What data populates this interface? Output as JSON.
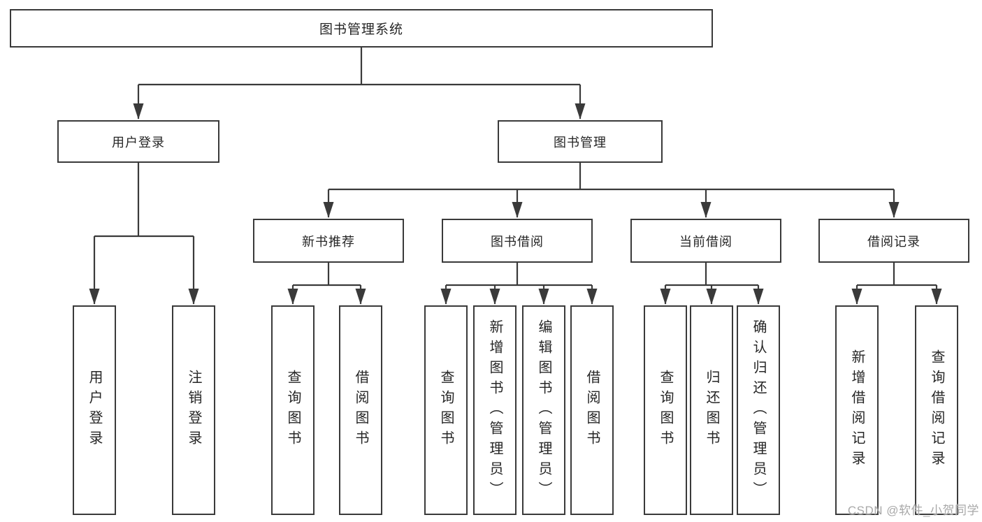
{
  "colors": {
    "line": "#3a3a3a",
    "text": "#262626",
    "boxbg": "#ffffff",
    "pagebg": "#ffffff",
    "watermark": "#a8a8a8"
  },
  "watermark": "CSDN @软件_小贺同学",
  "nodes": {
    "root": {
      "label": "图书管理系统"
    },
    "login": {
      "label": "用户登录"
    },
    "mgmt": {
      "label": "图书管理"
    },
    "newbook": {
      "label": "新书推荐"
    },
    "borrow": {
      "label": "图书借阅"
    },
    "current": {
      "label": "当前借阅"
    },
    "records": {
      "label": "借阅记录"
    },
    "leaves": {
      "login_user": {
        "label": "用户登录"
      },
      "login_logout": {
        "label": "注销登录"
      },
      "newbook_query": {
        "label": "查询图书"
      },
      "newbook_borrow": {
        "label": "借阅图书"
      },
      "borrow_query": {
        "label": "查询图书"
      },
      "borrow_add": {
        "label": "新增图书（管理员）"
      },
      "borrow_edit": {
        "label": "编辑图书（管理员）"
      },
      "borrow_borrow": {
        "label": "借阅图书"
      },
      "current_query": {
        "label": "查询图书"
      },
      "current_return": {
        "label": "归还图书"
      },
      "current_confirm": {
        "label": "确认归还（管理员）"
      },
      "records_add": {
        "label": "新增借阅记录"
      },
      "records_query": {
        "label": "查询借阅记录"
      }
    }
  }
}
